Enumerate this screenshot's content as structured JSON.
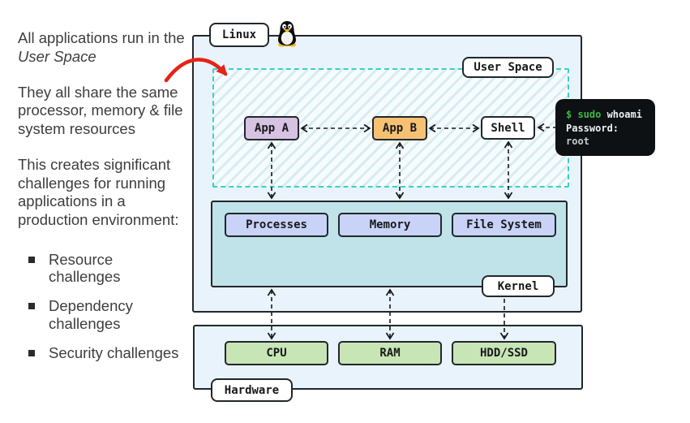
{
  "left_panel": {
    "para1_plain": "All applications run in the ",
    "para1_italic": "User Space",
    "para2": "They all share the same processor, memory & file system resources",
    "para3": "This creates significant challenges for running applications in a production environment:",
    "bullets": [
      "Resource challenges",
      "Dependency challenges",
      "Security challenges"
    ]
  },
  "diagram": {
    "linux_label": "Linux",
    "user_space_label": "User Space",
    "app_a": "App A",
    "app_b": "App B",
    "shell": "Shell",
    "kernel_label": "Kernel",
    "kernel_items": [
      "Processes",
      "Memory",
      "File System"
    ],
    "hardware_label": "Hardware",
    "hardware_items": [
      "CPU",
      "RAM",
      "HDD/SSD"
    ]
  },
  "terminal": {
    "prompt": "$ sudo",
    "command": " whoami",
    "line2": "Password:",
    "line3": "root"
  },
  "icons": {
    "tux": "tux-penguin-icon"
  },
  "colors": {
    "annotation_arrow_red": "#e52317",
    "app_a_purple": "#d6c2e2",
    "app_b_orange": "#f6c173",
    "kernel_item_periwinkle": "#c9d2f7",
    "hardware_item_green": "#c7e5b5",
    "kernel_region_teal": "#bfe3e9",
    "container_blue": "#e9f3fb",
    "userspace_dash_teal": "#3ad0c5",
    "terminal_bg": "#0d1114",
    "terminal_green": "#3dbb41"
  }
}
